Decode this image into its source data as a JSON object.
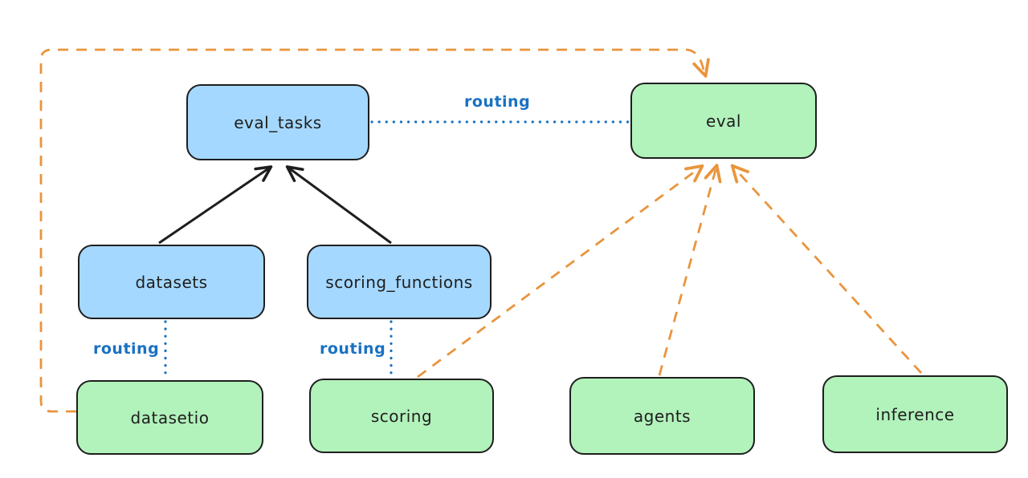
{
  "diagram": {
    "nodes": {
      "eval_tasks": {
        "label": "eval_tasks",
        "fill": "#a5d8ff"
      },
      "eval": {
        "label": "eval",
        "fill": "#b2f2bb"
      },
      "datasets": {
        "label": "datasets",
        "fill": "#a5d8ff"
      },
      "scoring_functions": {
        "label": "scoring_functions",
        "fill": "#a5d8ff"
      },
      "datasetio": {
        "label": "datasetio",
        "fill": "#b2f2bb"
      },
      "scoring": {
        "label": "scoring",
        "fill": "#b2f2bb"
      },
      "agents": {
        "label": "agents",
        "fill": "#b2f2bb"
      },
      "inference": {
        "label": "inference",
        "fill": "#b2f2bb"
      }
    },
    "routing_labels": [
      "routing",
      "routing",
      "routing"
    ],
    "edges": [
      {
        "from": "datasets",
        "to": "eval_tasks",
        "style": "solid",
        "color": "#1e1e1e",
        "arrow": true,
        "label": ""
      },
      {
        "from": "scoring_functions",
        "to": "eval_tasks",
        "style": "solid",
        "color": "#1e1e1e",
        "arrow": true,
        "label": ""
      },
      {
        "from": "eval_tasks",
        "to": "eval",
        "style": "dotted",
        "color": "#1971c2",
        "arrow": false,
        "label": "routing"
      },
      {
        "from": "datasets",
        "to": "datasetio",
        "style": "dotted",
        "color": "#1971c2",
        "arrow": false,
        "label": "routing"
      },
      {
        "from": "scoring_functions",
        "to": "scoring",
        "style": "dotted",
        "color": "#1971c2",
        "arrow": false,
        "label": "routing"
      },
      {
        "from": "datasetio",
        "to": "eval",
        "style": "dashed",
        "color": "#e9953d",
        "arrow": true,
        "label": ""
      },
      {
        "from": "scoring",
        "to": "eval",
        "style": "dashed",
        "color": "#e9953d",
        "arrow": true,
        "label": ""
      },
      {
        "from": "agents",
        "to": "eval",
        "style": "dashed",
        "color": "#e9953d",
        "arrow": true,
        "label": ""
      },
      {
        "from": "inference",
        "to": "eval",
        "style": "dashed",
        "color": "#e9953d",
        "arrow": true,
        "label": ""
      }
    ],
    "colors": {
      "background": "#ffffff",
      "node_border": "#1e1e1e",
      "blue_fill": "#a5d8ff",
      "green_fill": "#b2f2bb",
      "routing_blue": "#1971c2",
      "dashed_orange": "#e9953d",
      "solid_black": "#1e1e1e"
    }
  }
}
